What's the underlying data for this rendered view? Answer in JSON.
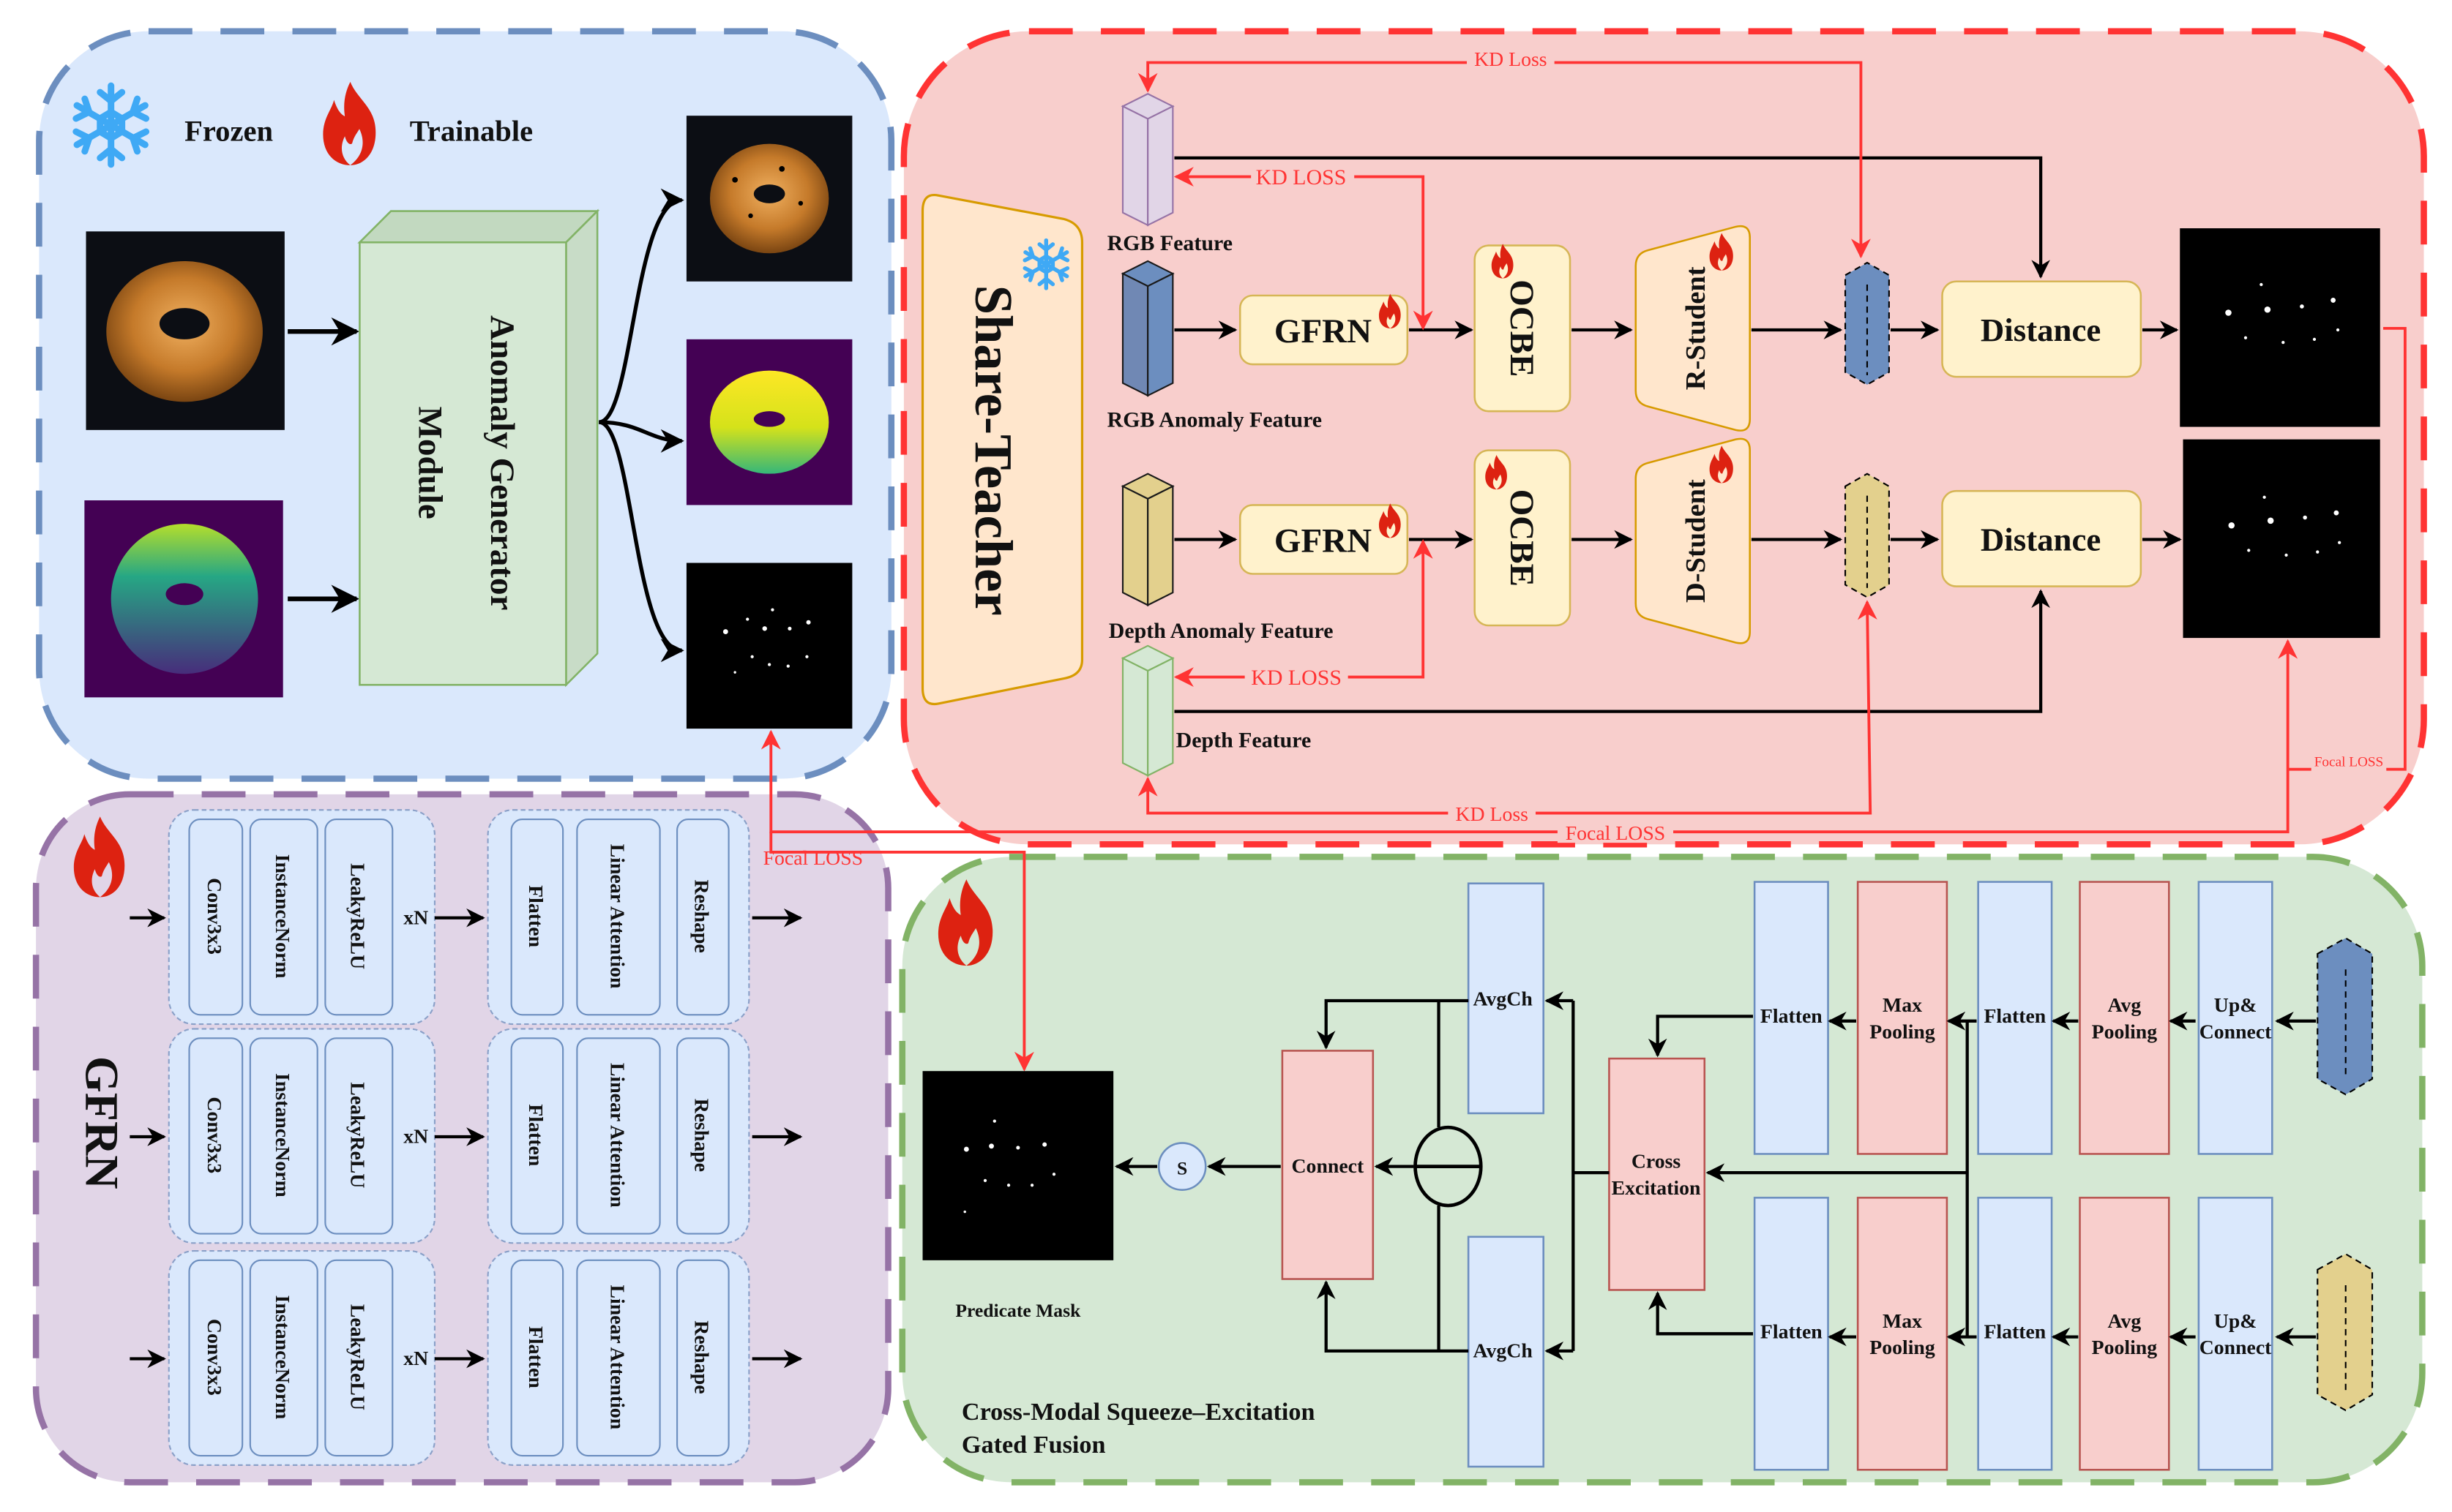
{
  "legend": {
    "frozen_label": "Frozen",
    "trainable_label": "Trainable",
    "frozen_icon": "snowflake-icon",
    "trainable_icon": "flame-icon"
  },
  "anomaly_generator": {
    "title_line1": "Anomaly Generator",
    "title_line2": "Module",
    "inputs": [
      "rgb-bagel-image",
      "depth-bagel-image"
    ],
    "outputs": [
      "rgb-anomaly-image",
      "depth-anomaly-image",
      "anomaly-mask-image"
    ]
  },
  "distillation": {
    "teacher_label": "Share-Teacher",
    "rgb_feature_label": "RGB Feature",
    "rgb_anomaly_feature_label": "RGB Anomaly Feature",
    "depth_anomaly_feature_label": "Depth Anomaly Feature",
    "depth_feature_label": "Depth Feature",
    "gfrn_label": "GFRN",
    "ocbe_label": "OCBE",
    "r_student_label": "R-Student",
    "d_student_label": "D-Student",
    "distance_label": "Distance",
    "kd_loss_top": "KD Loss",
    "kd_loss_rgb": "KD LOSS",
    "kd_loss_depth": "KD LOSS",
    "kd_loss_bottom": "KD Loss",
    "focal_loss_bottom": "Focal LOSS",
    "focal_loss_right": "Focal LOSS",
    "focal_loss_mid": "Focal LOSS"
  },
  "gfrn_panel": {
    "title": "GFRN",
    "rows": [
      {
        "conv": "Conv3x3",
        "norm": "InstanceNorm",
        "act": "LeakyReLU",
        "repeat": "xN",
        "flatten": "Flatten",
        "attention": "Linear Attention",
        "reshape": "Reshape"
      },
      {
        "conv": "Conv3x3",
        "norm": "InstanceNorm",
        "act": "LeakyReLU",
        "repeat": "xN",
        "flatten": "Flatten",
        "attention": "Linear Attention",
        "reshape": "Reshape"
      },
      {
        "conv": "Conv3x3",
        "norm": "InstanceNorm",
        "act": "LeakyReLU",
        "repeat": "xN",
        "flatten": "Flatten",
        "attention": "Linear Attention",
        "reshape": "Reshape"
      }
    ]
  },
  "fusion_panel": {
    "title_line1": "Cross-Modal Squeeze–Excitation",
    "title_line2": "Gated Fusion",
    "predicate_mask_label": "Predicate Mask",
    "sigmoid_label": "S",
    "connect_label": "Connect",
    "avgch_label": "AvgCh",
    "cross_excitation_line1": "Cross",
    "cross_excitation_line2": "Excitation",
    "flatten_label": "Flatten",
    "max_pooling_line1": "Max",
    "max_pooling_line2": "Pooling",
    "avg_pooling_line1": "Avg",
    "avg_pooling_line2": "Pooling",
    "up_connect_line1": "Up&",
    "up_connect_line2": "Connect"
  },
  "colors": {
    "blue_panel": "#dae8fc",
    "blue_border": "#6c8ebf",
    "red_panel": "#f8cecc",
    "red_border": "#ff3333",
    "purple_panel": "#e1d5e7",
    "purple_border": "#9673a6",
    "green_panel": "#d5e8d4",
    "green_border": "#82b366",
    "module_fill": "#fff2cc",
    "module_border": "#d6b656",
    "loss_line": "#ff3333"
  }
}
